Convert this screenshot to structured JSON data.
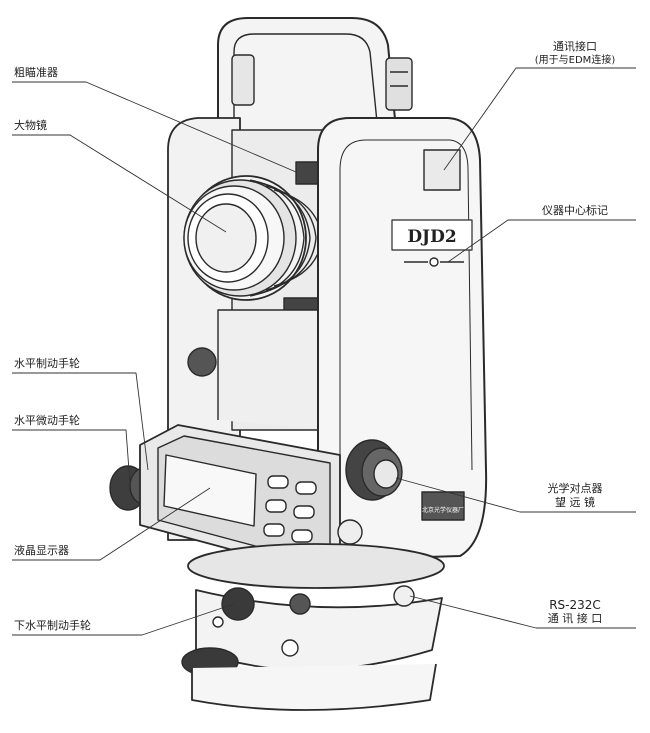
{
  "model_badge": "DJD2",
  "badge_small": "北京光学仪器厂",
  "labels": {
    "coarse_sight": "粗瞄准器",
    "objective": "大物镜",
    "horiz_clamp": "水平制动手轮",
    "horiz_tangent": "水平微动手轮",
    "lcd": "液晶显示器",
    "lower_clamp": "下水平制动手轮",
    "comm_port": "通讯接口",
    "comm_port_note": "(用于与EDM连接)",
    "center_mark": "仪器中心标记",
    "optical_plummet_1": "光学对点器",
    "optical_plummet_2": "望 远 镜",
    "rs232_1": "RS-232C",
    "rs232_2": "通 讯 接 口"
  },
  "colors": {
    "line": "#2a2a2a",
    "body": "#f4f4f4",
    "shade": "#d8d8d8",
    "dark": "#3a3a3a"
  }
}
